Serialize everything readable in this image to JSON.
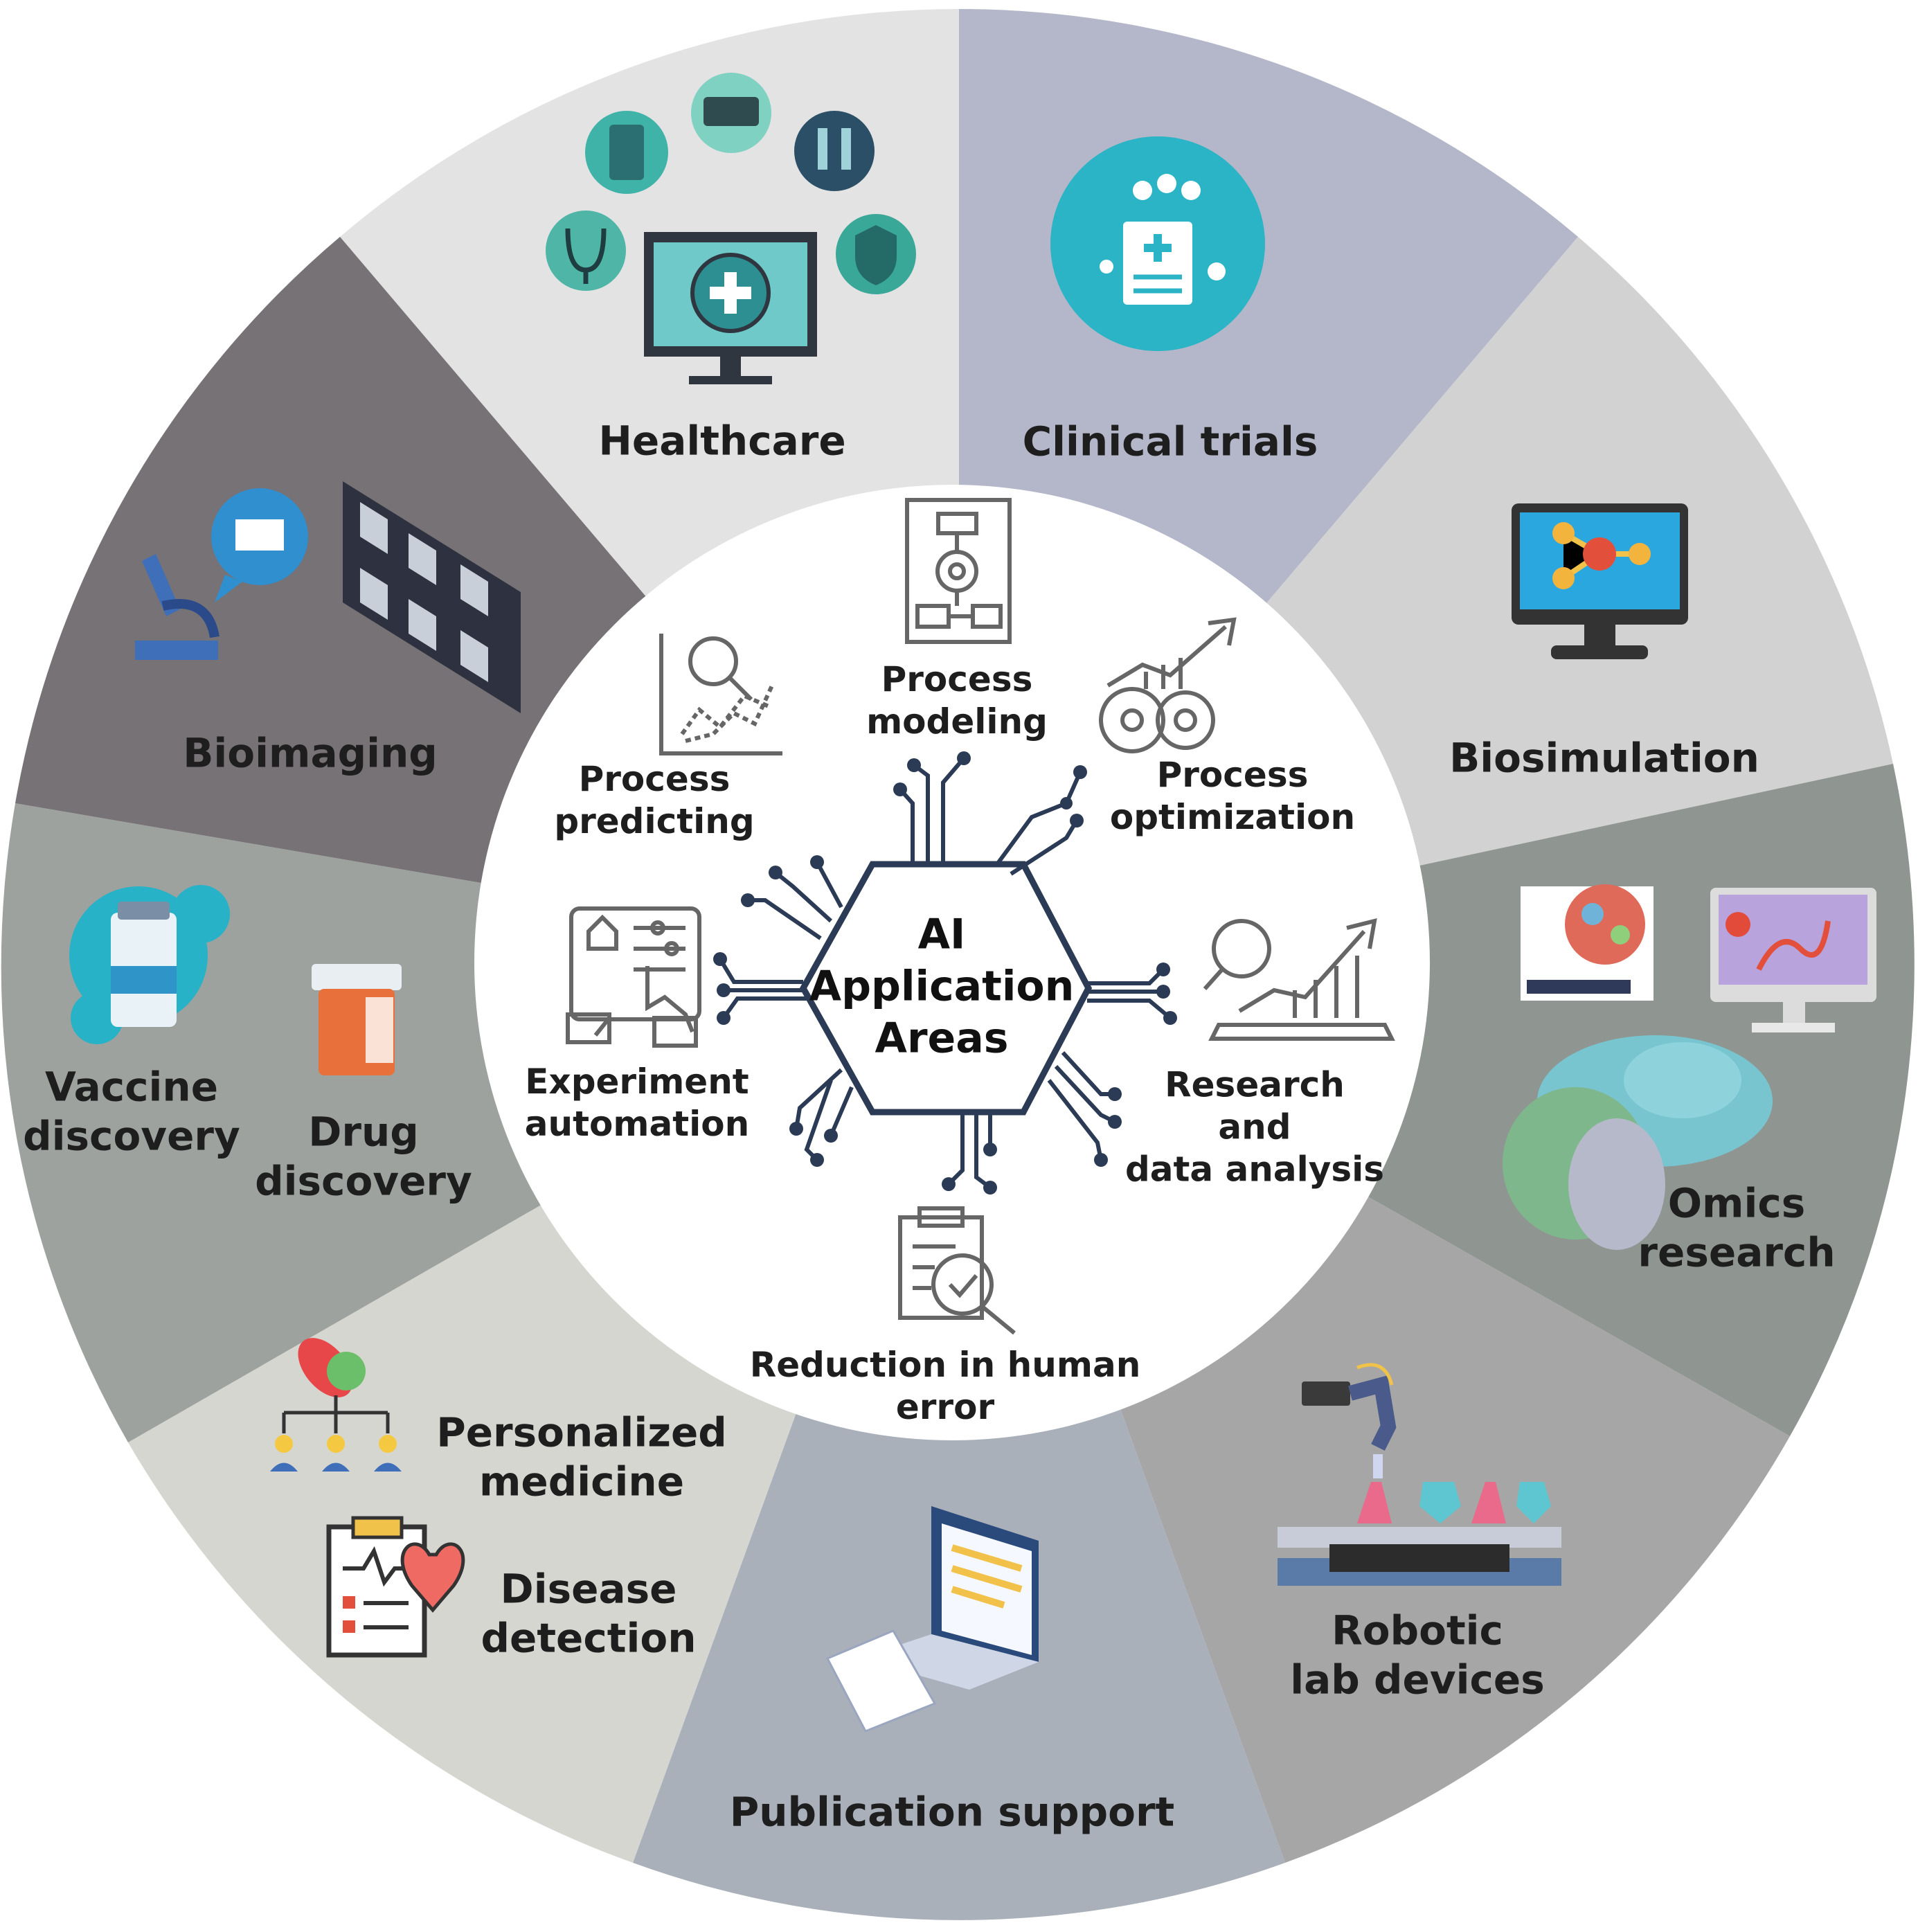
{
  "center": {
    "lines": [
      "AI",
      "Application",
      "Areas"
    ]
  },
  "outer_segments": [
    {
      "id": "healthcare",
      "lines": [
        "Healthcare"
      ],
      "color": "#e3e3e3",
      "icon": "telemedicine-monitor-icon"
    },
    {
      "id": "clinical-trials",
      "lines": [
        "Clinical trials"
      ],
      "color": "#b4b7c9",
      "icon": "clinical-clipboard-icon"
    },
    {
      "id": "biosimulation",
      "lines": [
        "Biosimulation"
      ],
      "color": "#d2d2d2",
      "icon": "simulation-monitor-icon"
    },
    {
      "id": "omics-research",
      "lines": [
        "Omics",
        "research"
      ],
      "color": "#8f9590",
      "icon": "protein-structure-icon"
    },
    {
      "id": "robotic-lab-devices",
      "lines": [
        "Robotic",
        "lab devices"
      ],
      "color": "#a6a6a6",
      "icon": "robotic-arm-icon"
    },
    {
      "id": "publication-support",
      "lines": [
        "Publication support"
      ],
      "color": "#a9b0ba",
      "icon": "laptop-document-icon"
    },
    {
      "id": "personalized-medicine",
      "lines": [
        "Personalized",
        "medicine"
      ],
      "color": "#d6d6d0",
      "icon": "pill-hierarchy-icon"
    },
    {
      "id": "disease-detection",
      "lines": [
        "Disease",
        "detection"
      ],
      "color": "#d6d6d0",
      "icon": "heart-clipboard-icon"
    },
    {
      "id": "vaccine-discovery",
      "lines": [
        "Vaccine",
        "discovery"
      ],
      "color": "#9ea29f",
      "icon": "vaccine-vial-icon"
    },
    {
      "id": "drug-discovery",
      "lines": [
        "Drug",
        "discovery"
      ],
      "color": "#9ea29f",
      "icon": "pill-bottle-icon"
    },
    {
      "id": "bioimaging",
      "lines": [
        "Bioimaging"
      ],
      "color": "#767275",
      "icon": "microscope-icon"
    }
  ],
  "inner_items": [
    {
      "id": "process-modeling",
      "lines": [
        "Process",
        "modeling"
      ],
      "icon": "flowchart-gear-icon"
    },
    {
      "id": "process-optimization",
      "lines": [
        "Process",
        "optimization"
      ],
      "icon": "gears-growth-icon"
    },
    {
      "id": "research-data-analysis",
      "lines": [
        "Research",
        "and",
        "data analysis"
      ],
      "icon": "search-chart-icon"
    },
    {
      "id": "reduction-human-error",
      "lines": [
        "Reduction in human",
        "error"
      ],
      "icon": "clipboard-check-icon"
    },
    {
      "id": "experiment-automation",
      "lines": [
        "Experiment",
        "automation"
      ],
      "icon": "touch-tablet-icon"
    },
    {
      "id": "process-predicting",
      "lines": [
        "Process",
        "predicting"
      ],
      "icon": "magnifier-plot-icon"
    }
  ],
  "colors": {
    "hexagon_stroke": "#2b3a55",
    "circuit": "#2b3a55",
    "inner_icon": "#666666"
  }
}
